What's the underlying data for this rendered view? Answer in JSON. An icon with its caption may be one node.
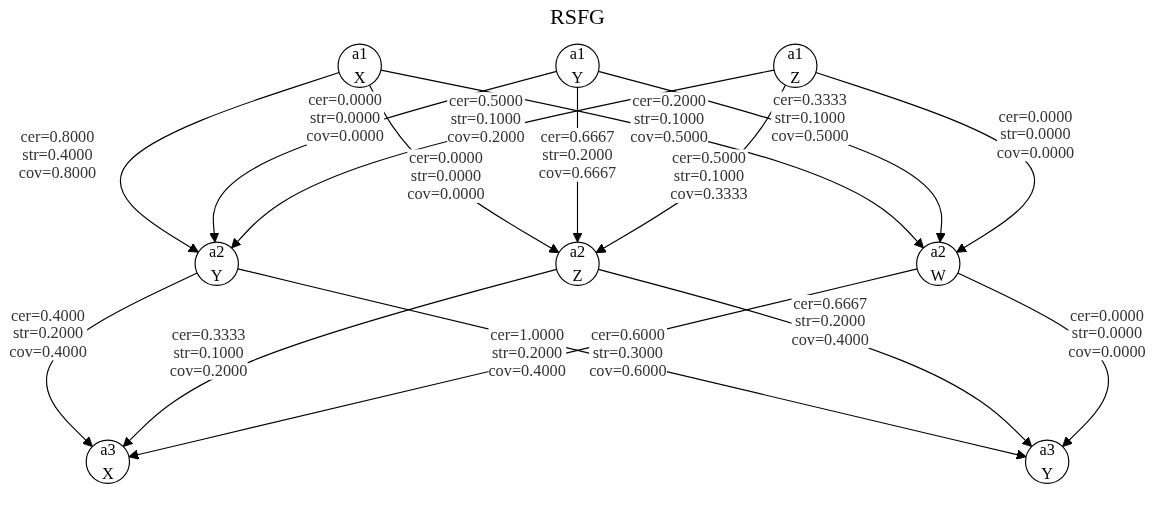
{
  "diagram": {
    "title": "RSFG",
    "nodes": [
      {
        "text": [
          "a1 X"
        ]
      },
      {
        "text": [
          "a1 Y"
        ]
      },
      {
        "text": [
          "a1 Z"
        ]
      },
      {
        "text": [
          "a2 Y"
        ]
      },
      {
        "text": [
          "a2 Z"
        ]
      },
      {
        "text": [
          "a2 W"
        ]
      },
      {
        "text": [
          "a3 X"
        ]
      },
      {
        "text": [
          "a3 Y"
        ]
      }
    ],
    "edges": [
      {
        "from": 0,
        "to": 3,
        "arrow": "to",
        "label": "cer=0.8000 str=0.4000 cov=0.8000"
      },
      {
        "from": 1,
        "to": 3,
        "arrow": "to",
        "label": "cer=0.0000 str=0.0000 cov=0.0000"
      },
      {
        "from": 0,
        "to": 4,
        "arrow": "to",
        "label": "cer=0.0000 str=0.0000 cov=0.0000"
      },
      {
        "from": 1,
        "to": 4,
        "arrow": "to",
        "label": "cer=0.6667 str=0.2000 cov=0.6667"
      },
      {
        "from": 2,
        "to": 3,
        "arrow": "to",
        "label": "cer=0.5000 str=0.1000 cov=0.2000"
      },
      {
        "from": 0,
        "to": 5,
        "arrow": "to",
        "label": "cer=0.2000 str=0.1000 cov=0.5000"
      },
      {
        "from": 1,
        "to": 5,
        "arrow": "to",
        "label": "cer=0.3333 str=0.1000 cov=0.5000"
      },
      {
        "from": 2,
        "to": 4,
        "arrow": "to",
        "label": "cer=0.5000 str=0.1000 cov=0.3333"
      },
      {
        "from": 2,
        "to": 5,
        "arrow": "to",
        "label": "cer=0.0000 str=0.0000 cov=0.0000"
      },
      {
        "from": 3,
        "to": 6,
        "arrow": "to",
        "label": "cer=0.4000 str=0.2000 cov=0.4000"
      },
      {
        "from": 4,
        "to": 6,
        "arrow": "to",
        "label": "cer=0.3333 str=0.1000 cov=0.2000"
      },
      {
        "from": 3,
        "to": 7,
        "arrow": "to",
        "label": "cer=0.6000 str=0.3000 cov=0.6000"
      },
      {
        "from": 4,
        "to": 7,
        "arrow": "to",
        "label": "cer=0.6667 str=0.2000 cov=0.4000"
      },
      {
        "from": 5,
        "to": 6,
        "arrow": "to",
        "label": "cer=1.0000 str=0.2000 cov=0.4000"
      },
      {
        "from": 5,
        "to": 7,
        "arrow": "to",
        "label": "cer=0.0000 str=0.0000 cov=0.0000"
      }
    ]
  }
}
